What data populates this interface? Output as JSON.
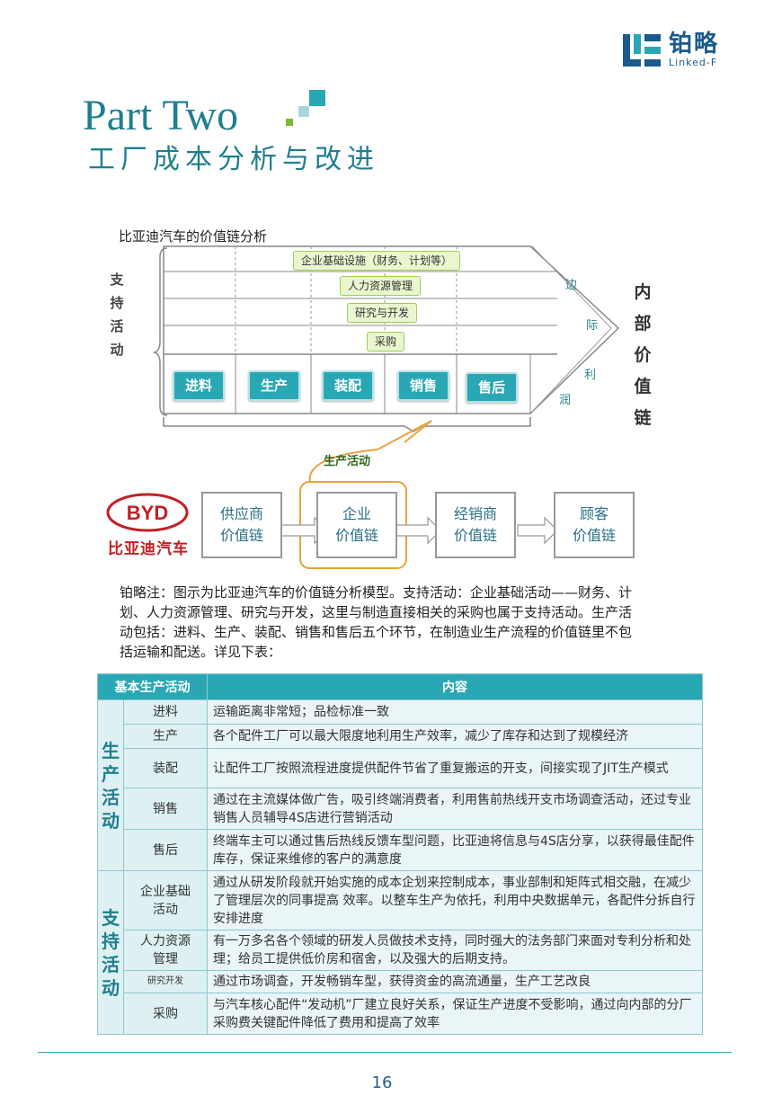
{
  "brand": {
    "name_cn": "铂略",
    "name_en": "Linked-F"
  },
  "header": {
    "title": "Part Two",
    "subtitle": "工厂成本分析与改进"
  },
  "diagram": {
    "title": "比亚迪汽车的价值链分析",
    "support_label": [
      "支",
      "持",
      "活",
      "动"
    ],
    "support_activities": [
      "企业基础设施（财务、计划等）",
      "人力资源管理",
      "研究与开发",
      "采购"
    ],
    "primary_activities": [
      "进料",
      "生产",
      "装配",
      "销售",
      "售后"
    ],
    "margin_chars": [
      "边",
      "际",
      "利",
      "润"
    ],
    "inner_chain_label": [
      "内",
      "部",
      "价",
      "值",
      "链"
    ],
    "production_label": "生产活动",
    "chain": [
      {
        "line1": "供应商",
        "line2": "价值链"
      },
      {
        "line1": "企业",
        "line2": "价值链"
      },
      {
        "line1": "经销商",
        "line2": "价值链"
      },
      {
        "line1": "顾客",
        "line2": "价值链"
      }
    ],
    "byd_logo_text": "BYD",
    "byd_cn": "比亚迪汽车"
  },
  "note": "铂略注：图示为比亚迪汽车的价值链分析模型。支持活动：企业基础活动——财务、计划、人力资源管理、研究与开发，这里与制造直接相关的采购也属于支持活动。生产活动包括：进料、生产、装配、销售和售后五个环节，在制造业生产流程的价值链里不包括运输和配送。详见下表：",
  "table": {
    "header_group": "基本生产活动",
    "header_content": "内容",
    "groups": [
      {
        "label": "生产活动",
        "rows": [
          {
            "name": "进料",
            "content": "运输距离非常短；品检标准一致"
          },
          {
            "name": "生产",
            "content": "各个配件工厂可以最大限度地利用生产效率，减少了库存和达到了规模经济"
          },
          {
            "name": "装配",
            "content": "让配件工厂按照流程进度提供配件节省了重复搬运的开支，间接实现了JIT生产模式"
          },
          {
            "name": "销售",
            "content": "通过在主流媒体做广告，吸引终端消费者，利用售前热线开支市场调查活动，还过专业销售人员辅导4S店进行营销活动"
          },
          {
            "name": "售后",
            "content": "终端车主可以通过售后热线反馈车型问题，比亚迪将信息与4S店分享，以获得最佳配件库存，保证来维修的客户的满意度"
          }
        ]
      },
      {
        "label": "支持活动",
        "rows": [
          {
            "name": "企业基础活动",
            "content": "通过从研发阶段就开始实施的成本企划来控制成本，事业部制和矩阵式相交融，在减少了管理层次的同事提高 效率。以整车生产为依托，利用中央数据单元，各配件分拆自行安排进度"
          },
          {
            "name": "人力资源管理",
            "content": "有一万多名各个领域的研发人员做技术支持，同时强大的法务部门来面对专利分析和处理；给员工提供低价房和宿舍，以及强大的后期支持。"
          },
          {
            "name": "研究开发",
            "content": "通过市场调查，开发畅销车型，获得资金的高流通量，生产工艺改良"
          },
          {
            "name": "采购",
            "content": "与汽车核心配件“发动机”厂建立良好关系，保证生产进度不受影响，通过向内部的分厂采购费关键配件降低了费用和提高了效率"
          }
        ]
      }
    ]
  },
  "page_number": "16"
}
